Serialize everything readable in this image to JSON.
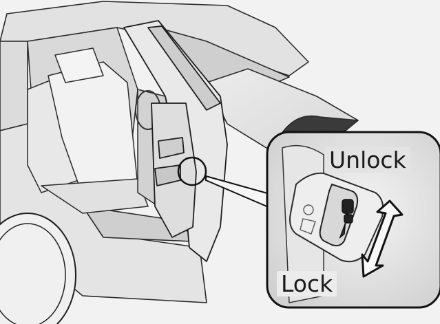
{
  "illustration": {
    "labels": {
      "unlock": "Unlock",
      "lock": "Lock"
    },
    "icons": {
      "car": "car-side-open-rear-door",
      "callout": "magnifier-callout",
      "arrow": "double-headed-arrow",
      "switch": "child-safety-lock-switch"
    },
    "colors": {
      "background": "#f2f2f2",
      "car_body": "#e6e6e6",
      "outline": "#1e1e1e",
      "arrow_fill": "#f8f8f8"
    }
  }
}
